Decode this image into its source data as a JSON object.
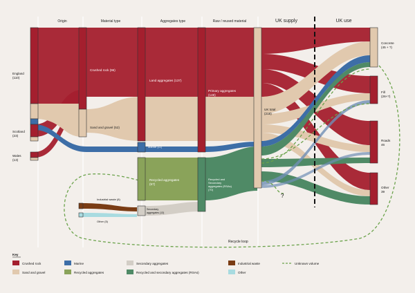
{
  "columns": {
    "origin": "Origin",
    "material_type": "Material type",
    "aggregates_type": "Aggregates type",
    "raw_reused": "Raw / reused material",
    "uk_supply": "UK supply",
    "uk_use": "UK use"
  },
  "nodes": {
    "england": "England",
    "england_val": "(110)",
    "scotland": "Scotland",
    "scotland_val": "(23)",
    "wales": "Wales",
    "wales_val": "(13)",
    "crushed_rock": "Crushed rock (96)",
    "sand_gravel": "Sand and gravel (52)",
    "land_aggregates": "Land aggregates (137)",
    "marine": "Marine (11)",
    "primary_aggregates": "Primary aggregates",
    "primary_aggregates_val": "(148)",
    "uk_total": "UK total",
    "uk_total_val": "(218)",
    "recycled_aggregates": "Recycled aggregates",
    "recycled_aggregates_val": "(57)",
    "rsa_l1": "Recycled and",
    "rsa_l2": "Secondary",
    "rsa_l3": "aggregates (RSAs)",
    "rsa_l4": "(70)",
    "industrial_waste": "Industrial waste (8)",
    "secondary_l1": "Secondary",
    "secondary_l2": "aggregates (13)",
    "other_waste": "Other (5)",
    "concrete": "Concrete",
    "concrete_val": "(45 + ?)",
    "fill": "Fill",
    "fill_val": "(26+?)",
    "roads": "Roads",
    "roads_val": "46",
    "other_use": "Other",
    "other_use_val": "39",
    "unknown_mark": "?",
    "recycle_loop": "Recycle loop"
  },
  "key": {
    "title": "Key",
    "items": [
      {
        "label": "Crushed rock",
        "color": "#a41f2e"
      },
      {
        "label": "Sand and gravel",
        "color": "#e1c9ae"
      },
      {
        "label": "Marine",
        "color": "#3d6ea7"
      },
      {
        "label": "Recycled aggregates",
        "color": "#8aa35a"
      },
      {
        "label": "Secondary aggregates",
        "color": "#d3cec6"
      },
      {
        "label": "Recycled and secondary aggregates (RSAs)",
        "color": "#4f8a66"
      },
      {
        "label": "Industrial waste",
        "color": "#7a3c14"
      },
      {
        "label": "Other",
        "color": "#a8dbe0"
      },
      {
        "label": "Unknown volume",
        "color": "#6aa24a"
      }
    ]
  }
}
